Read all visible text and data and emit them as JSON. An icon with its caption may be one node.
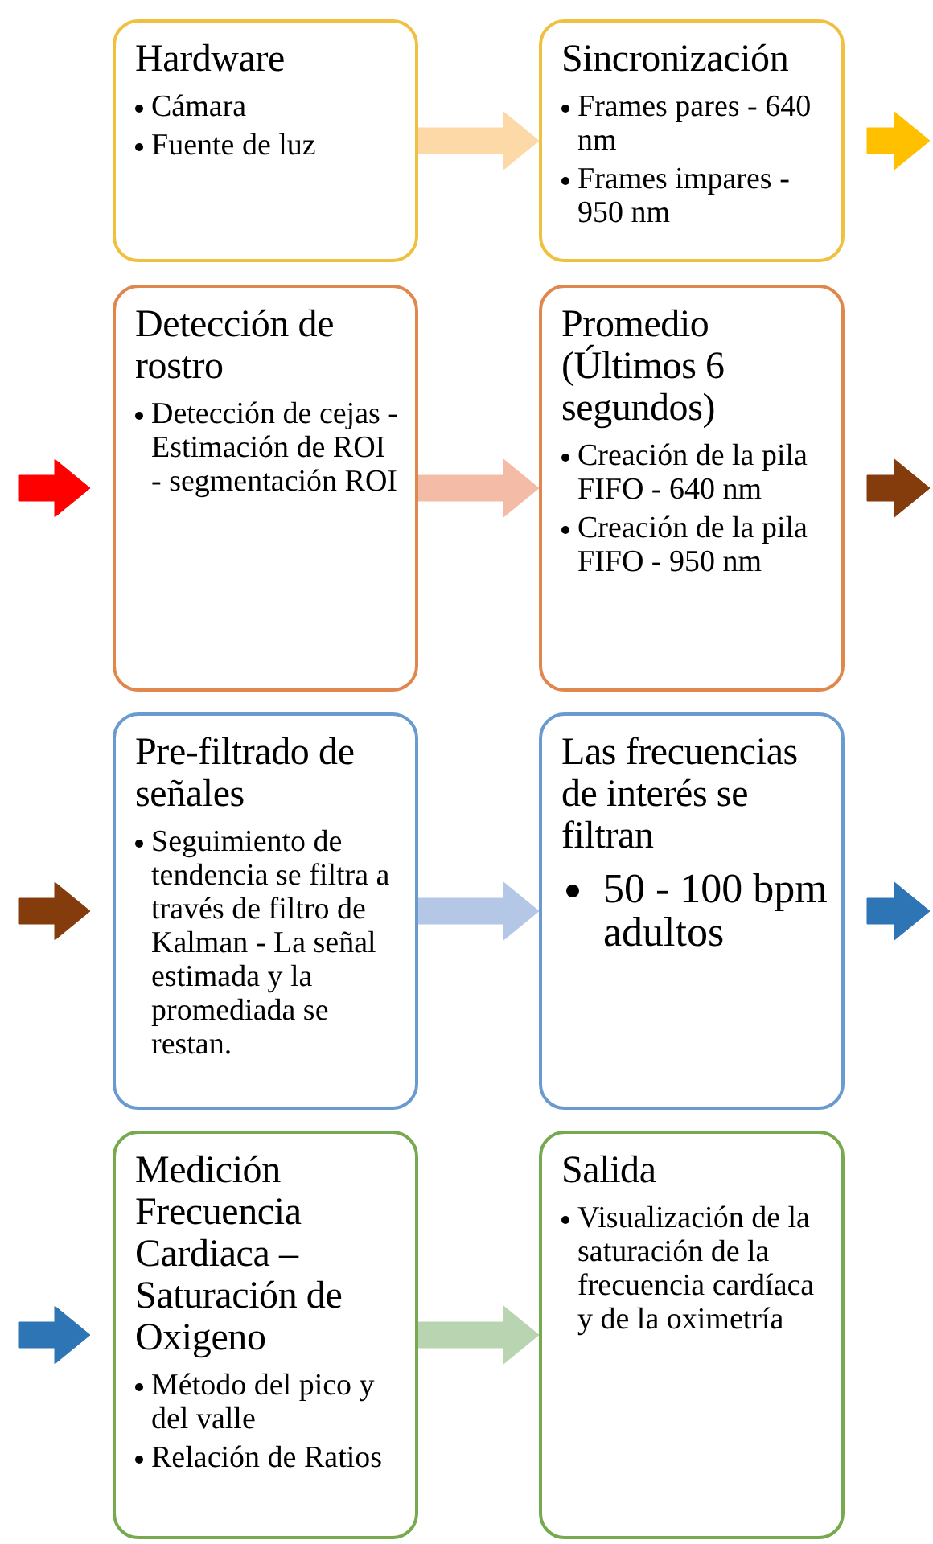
{
  "diagram": {
    "nodes": [
      {
        "text": [
          "Hardware",
          "Cámara",
          "Fuente de luz"
        ]
      },
      {
        "text": [
          "Sincronización",
          "Frames pares - 640 nm",
          "Frames impares - 950 nm"
        ]
      },
      {
        "text": [
          "Detección de rostro",
          "Detección de cejas - Estimación de ROI - segmentación ROI"
        ]
      },
      {
        "text": [
          "Promedio (Últimos 6 segundos)",
          "Creación de la pila FIFO - 640 nm",
          "Creación de la pila FIFO - 950 nm"
        ]
      },
      {
        "text": [
          "Pre-filtrado de señales",
          "Seguimiento de tendencia se filtra a través de filtro de Kalman - La señal estimada y la promediada se restan."
        ]
      },
      {
        "text": [
          "Las frecuencias de interés se filtran",
          "50 - 100 bpm adultos"
        ]
      },
      {
        "text": [
          "Medición Frecuencia Cardiaca – Saturación de Oxigeno",
          "Método del pico y del valle",
          "Relación de Ratios"
        ]
      },
      {
        "text": [
          "Salida",
          "Visualización de la saturación de la frecuencia cardíaca y de la oximetría"
        ]
      }
    ],
    "edges": [
      {
        "from": 0,
        "to": 1,
        "arrow": "to",
        "color": "#fdd9a8"
      },
      {
        "from": 1,
        "to": null,
        "arrow": "to",
        "color": "#ffc000"
      },
      {
        "from": null,
        "to": 2,
        "arrow": "to",
        "color": "#ff0000"
      },
      {
        "from": 2,
        "to": 3,
        "arrow": "to",
        "color": "#f4bca6"
      },
      {
        "from": 3,
        "to": null,
        "arrow": "to",
        "color": "#843c0c"
      },
      {
        "from": null,
        "to": 4,
        "arrow": "to",
        "color": "#843c0c"
      },
      {
        "from": 4,
        "to": 5,
        "arrow": "to",
        "color": "#b4c7e7"
      },
      {
        "from": 5,
        "to": null,
        "arrow": "to",
        "color": "#2e75b6"
      },
      {
        "from": null,
        "to": 6,
        "arrow": "to",
        "color": "#2e75b6"
      },
      {
        "from": 6,
        "to": 7,
        "arrow": "to",
        "color": "#b9d4b0"
      }
    ]
  }
}
